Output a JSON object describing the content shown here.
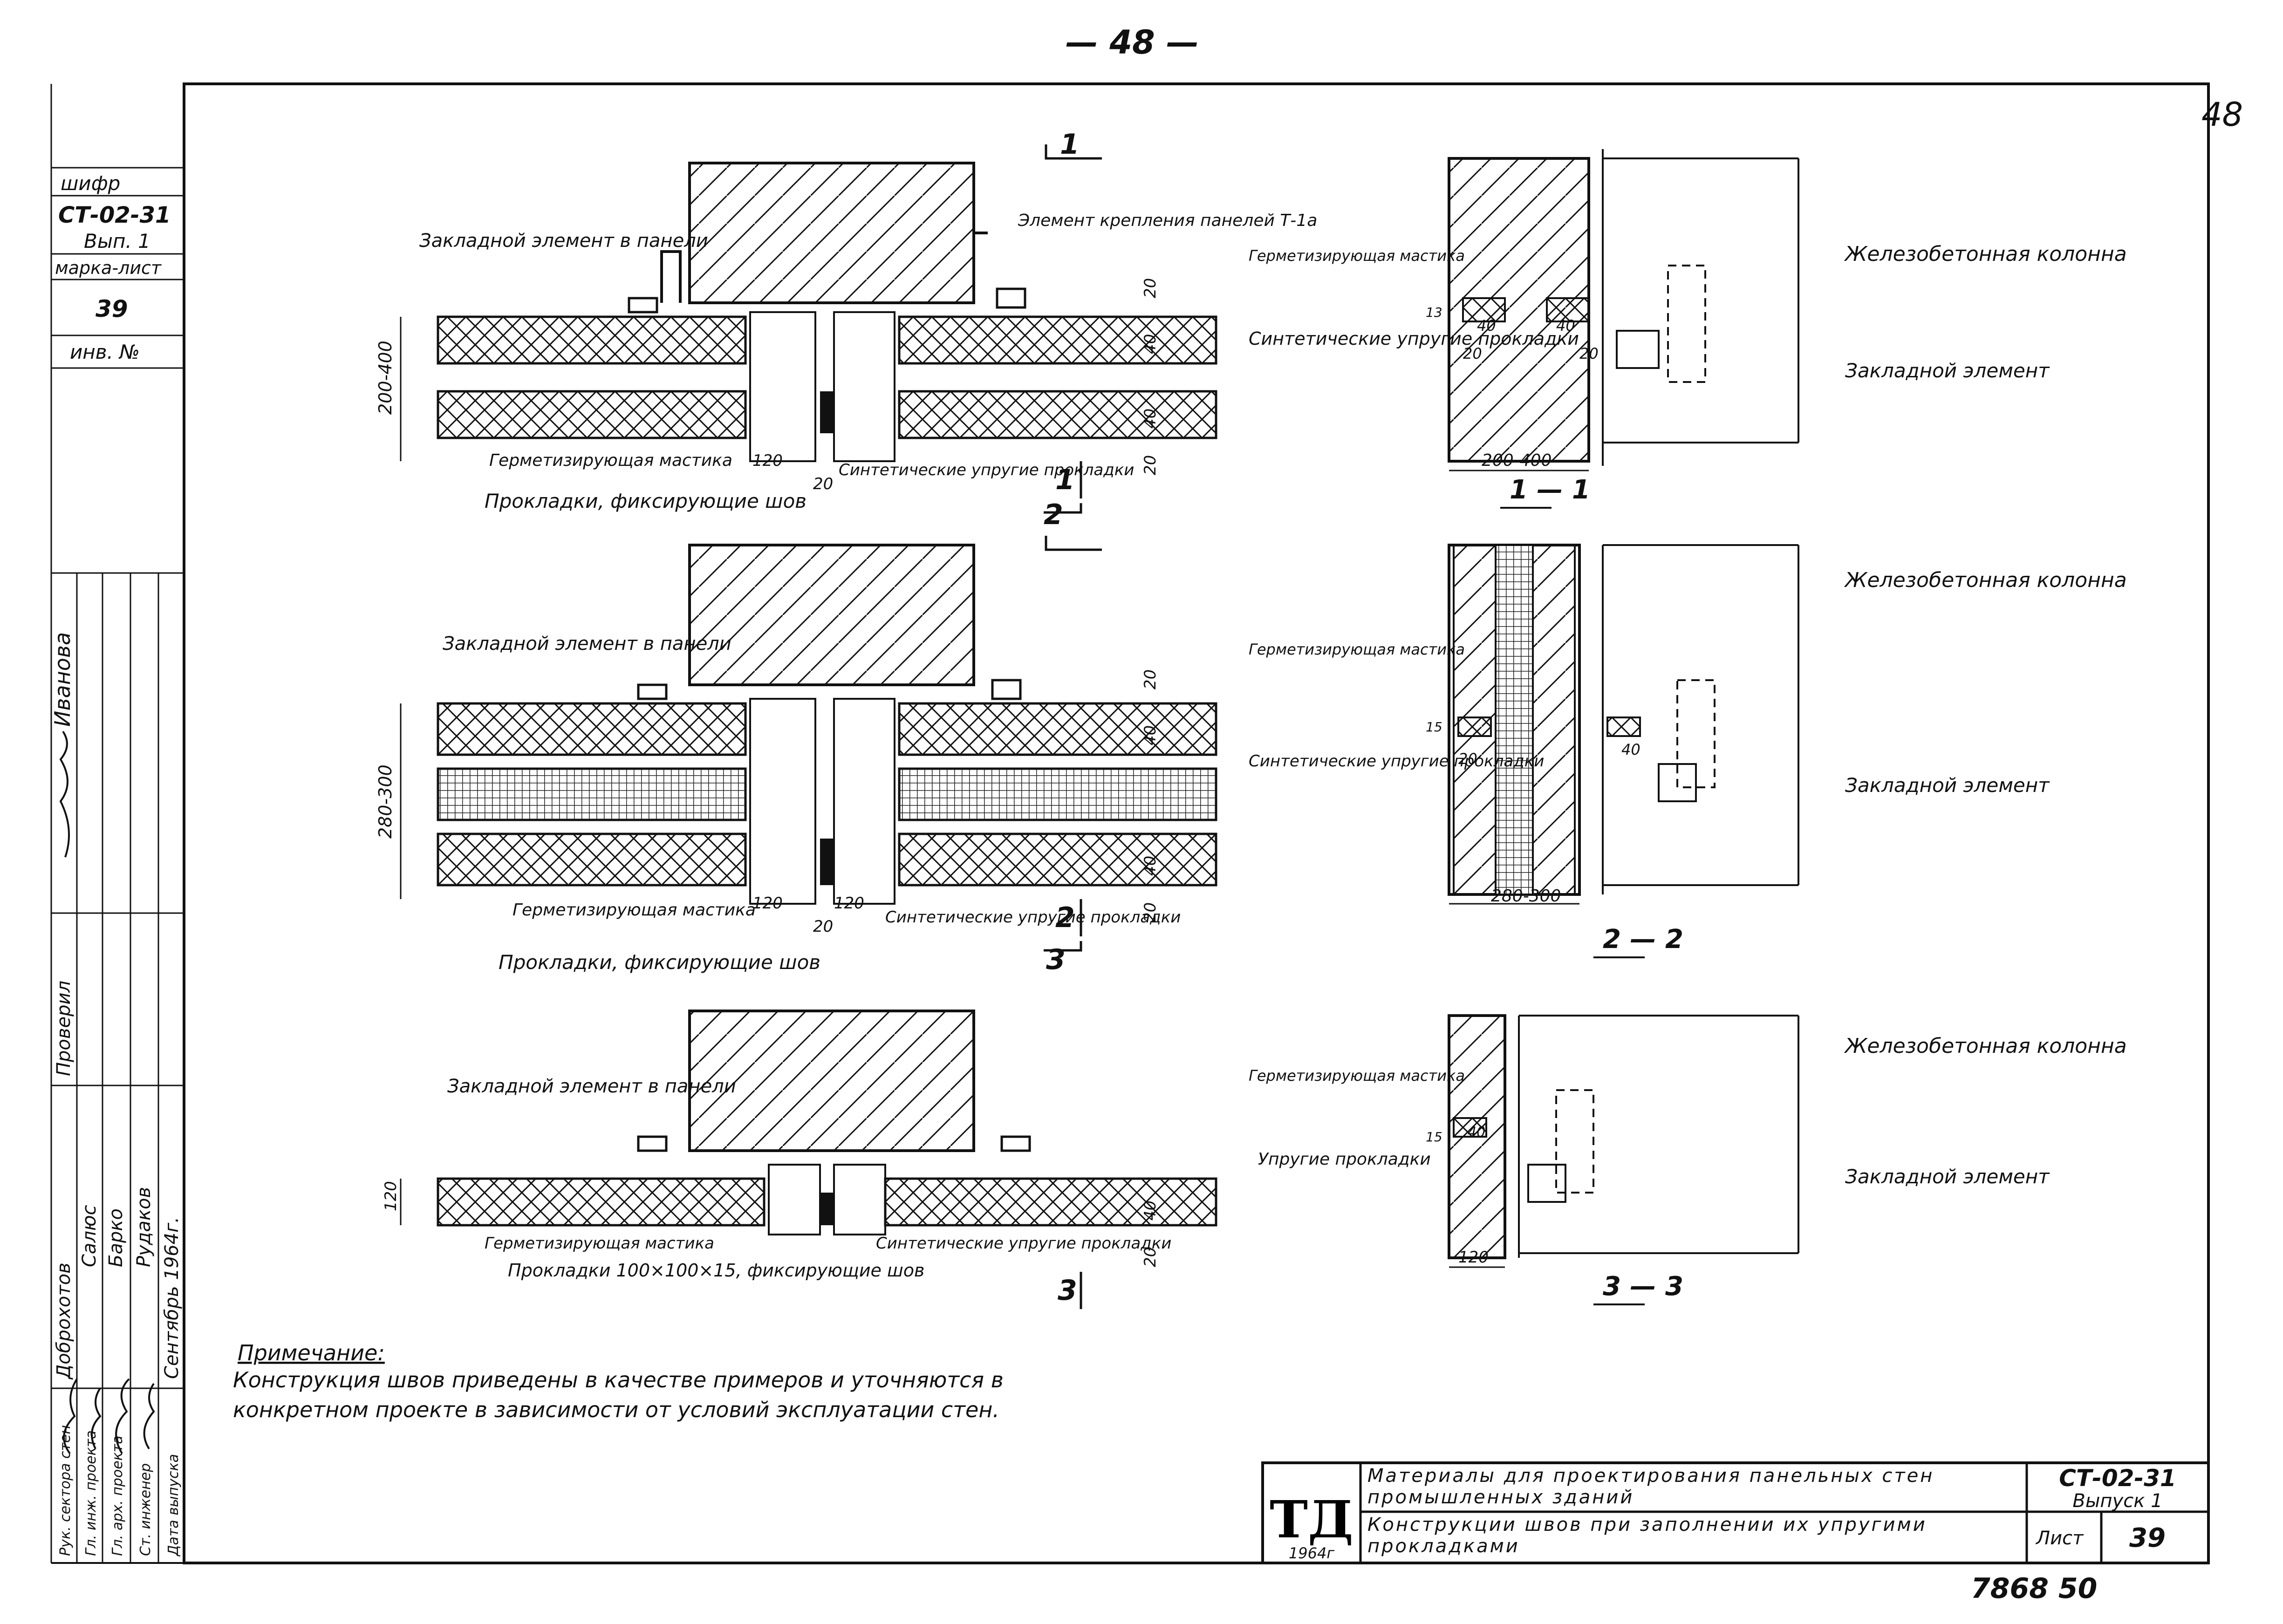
{
  "header": {
    "page_top": "— 48 —",
    "page_corner": "48"
  },
  "stamp": {
    "cipher_label": "шифр",
    "cipher": "СТ-02-31",
    "issue": "Вып. 1",
    "mark_sheet_label": "марка-лист",
    "mark_sheet": "39",
    "inv_label": "инв. №",
    "roles": [
      "Рук. сектора стен",
      "Гл. инж. проекта",
      "Гл. арх. проекта",
      "Ст. инженер",
      "Дата выпуска"
    ],
    "names": [
      "Доброхотов",
      "Салюс",
      "Барко",
      "Рудаков",
      "Сентябрь 1964г."
    ],
    "checked_label": "Проверил",
    "checker": "Иванова"
  },
  "sections": {
    "s1_cut": "1",
    "s2_cut": "2",
    "s3_cut": "3",
    "t1": "1 — 1",
    "t2": "2 — 2",
    "t3": "3 — 3"
  },
  "labels": {
    "embedded_panel": "Закладной элемент в панели",
    "fixing_element": "Элемент крепления панелей Т-1а",
    "sealant": "Герметизирующая мастика",
    "sealant_nodot": "Герметизирующая мастика",
    "synthetic_pads": "Синтетические упругие прокладки",
    "fixing_pads": "Прокладки, фиксирующие шов",
    "fixing_pads_size": "Прокладки 100×100×15, фиксирующие шов",
    "rc_column": "Железобетонная колонна",
    "embedded": "Закладной элемент",
    "elastic_pads": "Упругие прокладки"
  },
  "dims": {
    "d200_400": "200-400",
    "d280_300": "280-300",
    "d120": "120",
    "d20": "20",
    "d40": "40",
    "d15": "15",
    "d13": "13"
  },
  "note": {
    "title": "Примечание:",
    "text": "Конструкция швов приведены в качестве примеров и уточняются в конкретном проекте в зависимости от условий эксплуатации стен."
  },
  "titleblock": {
    "logo": "ТД",
    "year": "1964г",
    "title1": "Материалы для проектирования панельных стен промышленных зданий",
    "title2": "Конструкции швов при заполнении их упругими прокладками",
    "code": "СТ-02-31",
    "issue": "Выпуск 1",
    "sheet_label": "Лист",
    "sheet": "39",
    "bottom_num": "7868  50"
  }
}
